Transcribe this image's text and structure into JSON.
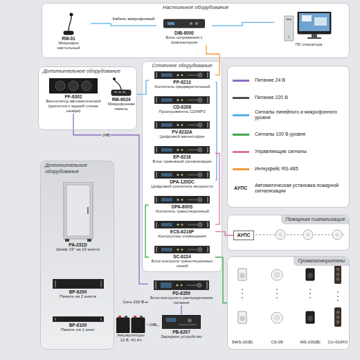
{
  "diagram": {
    "nodes": [
      {
        "text": [
          "Настольное оборудование"
        ]
      },
      {
        "text": [
          "RM-01",
          "Микрофон настольный"
        ],
        "in": 0
      },
      {
        "text": [
          "DIB-6000",
          "Блок сопряжения с компьютером"
        ],
        "in": 0
      },
      {
        "text": [
          "ПК оператора"
        ],
        "in": 0
      },
      {
        "text": [
          "Дополнительное оборудование"
        ]
      },
      {
        "text": [
          "PF-6302",
          "Вентилятор автоматический (крепится к задней стенке шкафа)"
        ],
        "in": 4
      },
      {
        "text": [
          "RM-6024",
          "Микрофонная панель"
        ],
        "in": 4
      },
      {
        "text": [
          "Стоечное оборудование"
        ]
      },
      {
        "text": [
          "PP-6213",
          "Усилитель предварительный"
        ],
        "in": 7
      },
      {
        "text": [
          "CD-6208",
          "Проигрыватель CD/MP3"
        ],
        "in": 7
      },
      {
        "text": [
          "PV-6232A",
          "Цифровой магнитофон"
        ],
        "in": 7
      },
      {
        "text": [
          "EP-6216",
          "Блок тревожной сигнализации"
        ],
        "in": 7
      },
      {
        "text": [
          "DPA-120DC",
          "Цифровой усилитель мощности"
        ],
        "in": 7
      },
      {
        "text": [
          "DPA-600S",
          "Усилитель трансляционный"
        ],
        "in": 7
      },
      {
        "text": [
          "ECS-6216P",
          "Контроллер оповещения"
        ],
        "in": 7
      },
      {
        "text": [
          "SC-6224",
          "Блок контроля трансляционных линий"
        ],
        "in": 7
      },
      {
        "text": [
          "PD-6359",
          "Блок контроля и распределения питания"
        ]
      },
      {
        "text": [
          "PB-6207",
          "Зарядное устройство"
        ]
      },
      {
        "text": [
          "Дополнительное оборудование"
        ]
      },
      {
        "text": [
          "PA-231D",
          "Шкаф 19\" на 23 юнита"
        ],
        "in": 18
      },
      {
        "text": [
          "BP-6200",
          "Панель на 2 юнита"
        ],
        "in": 18
      },
      {
        "text": [
          "BP-6100",
          "Панель на 1 юнит"
        ],
        "in": 18
      },
      {
        "text": [
          "Аккумуляторы 12 В, 40 Ач"
        ]
      },
      {
        "text": [
          "Пожарная сигнализация"
        ]
      },
      {
        "text": [
          "АУПС"
        ],
        "in": 23
      },
      {
        "text": [
          "Громкоговорители"
        ]
      }
    ],
    "edges": [
      {
        "from": 1,
        "to": 2,
        "label": "Кабель микрофонный",
        "arrow": "none"
      },
      {
        "from": 2,
        "to": 3,
        "arrow": "none"
      },
      {
        "from": 2,
        "to": 8,
        "arrow": "none"
      },
      {
        "from": 6,
        "to": 8,
        "arrow": "none"
      },
      {
        "from": 8,
        "to": 12,
        "arrow": "none"
      },
      {
        "from": 11,
        "to": 14,
        "arrow": "none"
      },
      {
        "from": 13,
        "to": 15,
        "arrow": "none"
      },
      {
        "from": 14,
        "to": 24,
        "arrow": "none"
      },
      {
        "from": 15,
        "to": 25,
        "arrow": "none"
      },
      {
        "from": 16,
        "to": 17,
        "arrow": "none"
      },
      {
        "from": 22,
        "to": 17,
        "label": "24В",
        "arrow": "none"
      },
      {
        "from": 5,
        "to": 16,
        "label": "24В",
        "arrow": "none"
      }
    ],
    "labels": [
      "Сеть 220 В",
      "АУПС",
      "Автоматическая установка пожарной сигнализации",
      "SWS-20(B)",
      "CS-08",
      "WS-200(B)",
      "CU-610FO"
    ],
    "legend": [
      {
        "text": "Питание 24 В",
        "color": "#8b6cc4"
      },
      {
        "text": "Питание 220 В",
        "color": "#4d4d4d"
      },
      {
        "text": "Сигналы линейного и микрофонного уровня",
        "color": "#5ab0e6"
      },
      {
        "text": "Сигналы 100 В уровня",
        "color": "#3ea84a"
      },
      {
        "text": "Управляющие сигналы",
        "color": "#e06fa8"
      },
      {
        "text": "Интерфейс RS-485",
        "color": "#f29a3a"
      }
    ]
  }
}
